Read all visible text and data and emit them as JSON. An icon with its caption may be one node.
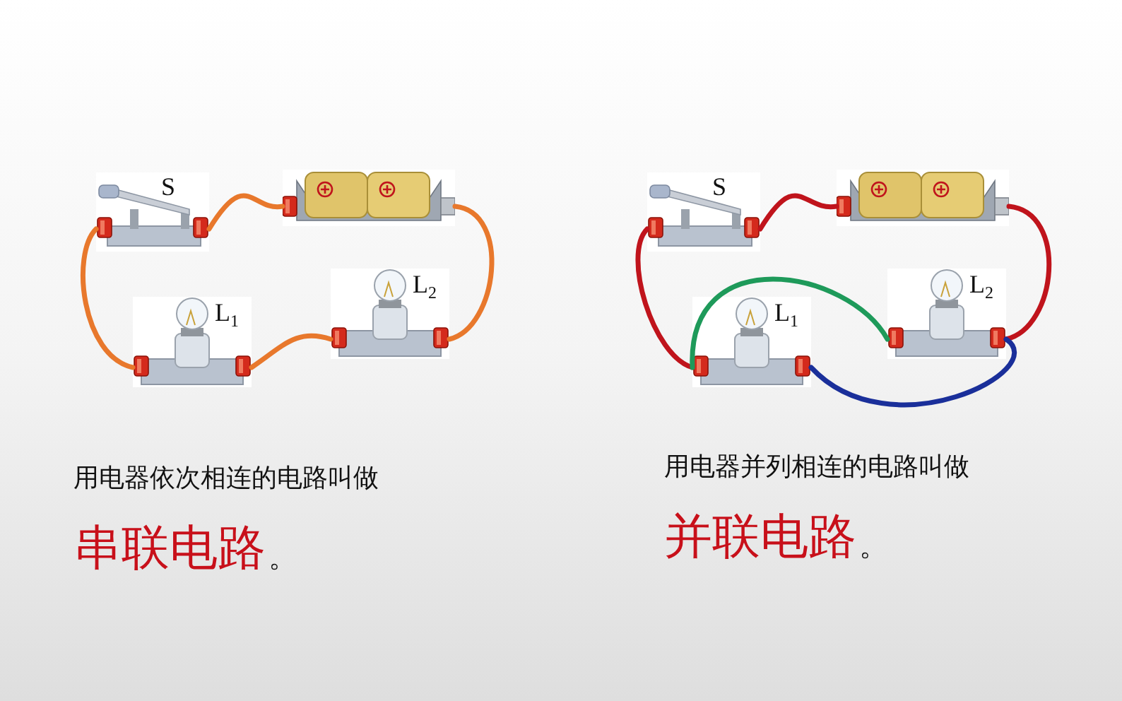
{
  "diagram": {
    "nodes": [
      {
        "text": [
          "S"
        ]
      },
      {
        "text": [],
        "shape": "cylinder"
      },
      {
        "text": [
          "L$_{1}$"
        ]
      },
      {
        "text": [
          "L$_{2}$"
        ]
      },
      {
        "text": [
          "S"
        ]
      },
      {
        "text": [],
        "shape": "cylinder"
      },
      {
        "text": [
          "L$_{1}$"
        ]
      },
      {
        "text": [
          "L$_{2}$"
        ]
      }
    ],
    "edges": [
      {
        "from": 0,
        "to": 1,
        "arrow": "none",
        "color": "#e8782c"
      },
      {
        "from": 1,
        "to": 3,
        "arrow": "none",
        "color": "#e8782c"
      },
      {
        "from": 3,
        "to": 2,
        "arrow": "none",
        "color": "#e8782c"
      },
      {
        "from": 2,
        "to": 0,
        "arrow": "none",
        "color": "#e8782c"
      },
      {
        "from": 4,
        "to": 5,
        "arrow": "none",
        "color": "#c0141c"
      },
      {
        "from": 5,
        "to": 7,
        "arrow": "none",
        "color": "#c0141c"
      },
      {
        "from": 4,
        "to": 6,
        "arrow": "none",
        "color": "#c0141c"
      },
      {
        "from": 6,
        "to": 7,
        "arrow": "none",
        "color": "#1e9a5a"
      },
      {
        "from": 6,
        "to": 7,
        "arrow": "none",
        "color": "#1a2f9a"
      }
    ],
    "labels": [
      "用电器依次相连的电路叫做",
      "串联电路",
      "。",
      "用电器并列相连的电路叫做",
      "并联电路",
      "。"
    ]
  }
}
